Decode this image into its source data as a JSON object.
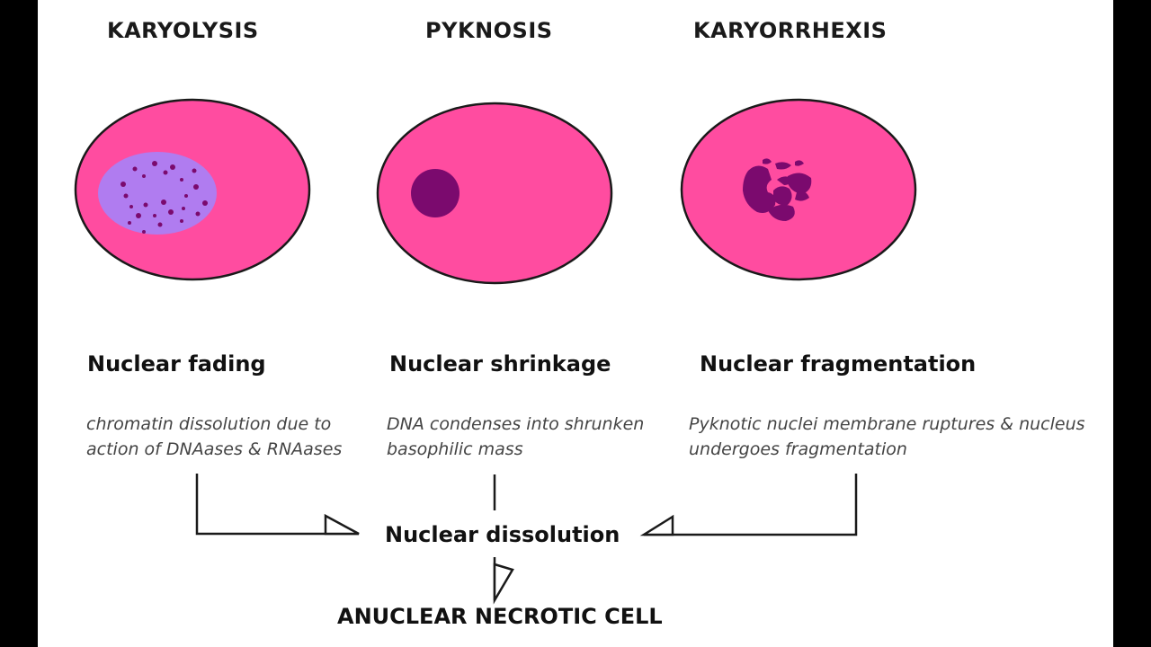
{
  "stages": [
    {
      "title": "KARYOLYSIS",
      "heading": "Nuclear fading",
      "desc_lines": [
        "chromatin dissolution due to",
        "action of DNAases & RNAases"
      ]
    },
    {
      "title": "PYKNOSIS",
      "heading": "Nuclear shrinkage",
      "desc_lines": [
        "DNA condenses into shrunken",
        "basophilic mass"
      ]
    },
    {
      "title": "KARYORRHEXIS",
      "heading": "Nuclear fragmentation",
      "desc_lines": [
        "Pyknotic nuclei membrane ruptures & nucleus",
        "undergoes fragmentation"
      ]
    }
  ],
  "center_label": "Nuclear dissolution",
  "final_label": "ANUCLEAR NECROTIC CELL",
  "colors": {
    "cell": "#ff4ca0",
    "outline": "#1a1a1a",
    "faded_nucleus": "#b07cf0",
    "dense_nucleus": "#7b0a6e"
  }
}
